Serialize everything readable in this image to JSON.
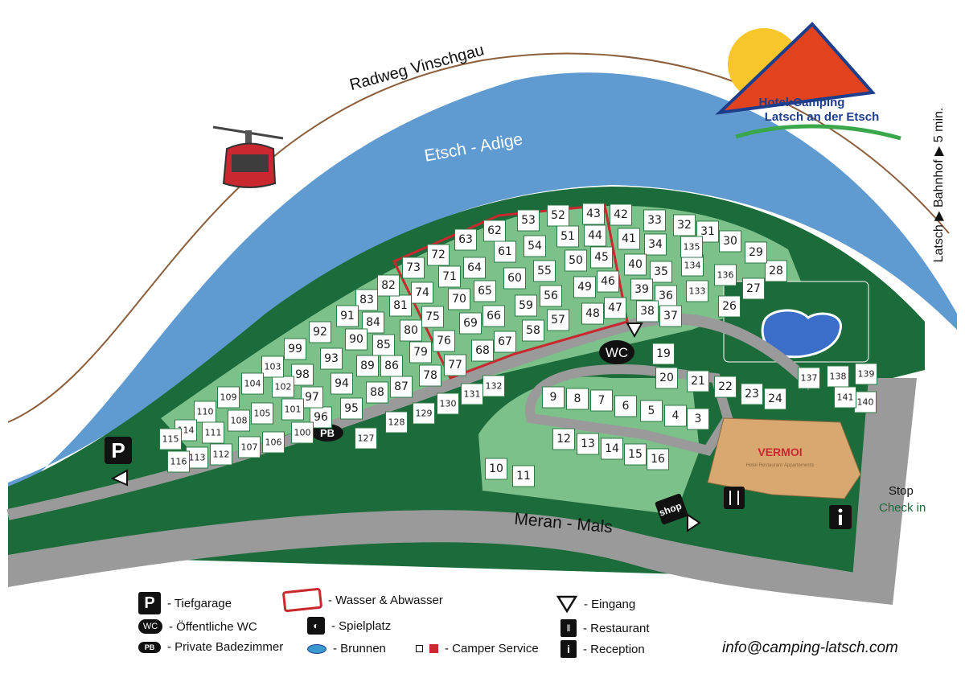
{
  "map": {
    "river_label": "Etsch - Adige",
    "bike_path_label": "Radweg Vinschgau",
    "road_label": "Meran - Mals",
    "station_label": "Latsch ▶ Bahnhof ▶ 5 min.",
    "stop_label": "Stop",
    "checkin_label": "Check in",
    "restaurant_name": "VERMOI",
    "restaurant_sub": "Hotel·Restaurant·Appartements",
    "wc_label": "WC",
    "pb_label": "PB",
    "p_label": "P",
    "shop_label": "shop",
    "logo_line1": "Hotel•Camping",
    "logo_line2": "Latsch an der Etsch"
  },
  "pitches": [
    "3",
    "4",
    "5",
    "6",
    "7",
    "8",
    "9",
    "10",
    "11",
    "12",
    "13",
    "14",
    "15",
    "16",
    "19",
    "20",
    "21",
    "22",
    "23",
    "24",
    "26",
    "27",
    "28",
    "29",
    "30",
    "31",
    "32",
    "33",
    "34",
    "35",
    "36",
    "37",
    "38",
    "39",
    "40",
    "41",
    "42",
    "43",
    "44",
    "45",
    "46",
    "47",
    "48",
    "49",
    "50",
    "51",
    "52",
    "53",
    "54",
    "55",
    "56",
    "57",
    "58",
    "59",
    "60",
    "61",
    "62",
    "63",
    "64",
    "65",
    "66",
    "67",
    "68",
    "69",
    "70",
    "71",
    "72",
    "73",
    "74",
    "75",
    "76",
    "77",
    "78",
    "79",
    "80",
    "81",
    "82",
    "83",
    "84",
    "85",
    "86",
    "87",
    "88",
    "89",
    "90",
    "91",
    "92",
    "93",
    "94",
    "95",
    "96",
    "97",
    "98",
    "99",
    "100",
    "101",
    "102",
    "103",
    "104",
    "105",
    "106",
    "107",
    "108",
    "109",
    "110",
    "111",
    "112",
    "113",
    "114",
    "115",
    "116",
    "127",
    "128",
    "129",
    "130",
    "131",
    "132",
    "133",
    "134",
    "135",
    "136",
    "137",
    "138",
    "139",
    "140",
    "141"
  ],
  "legend": {
    "tiefgarage": "- Tiefgarage",
    "wc": "- Öffentliche WC",
    "pb": "- Private Badezimmer",
    "wasser": "- Wasser & Abwasser",
    "spielplatz": "- Spielplatz",
    "brunnen": "- Brunnen",
    "camper": "- Camper Service",
    "eingang": "- Eingang",
    "restaurant": "- Restaurant",
    "reception": "- Reception"
  },
  "contact": {
    "email": "info@camping-latsch.com"
  },
  "colors": {
    "river": "#5f9bd0",
    "dark_green": "#1c6b3a",
    "light_green": "#7cc08a",
    "road": "#9a9a9a",
    "building": "#d9a871",
    "water_zone": "#c8282e",
    "gondola": "#c8282e",
    "logo_red": "#e0431d",
    "logo_sun": "#f7c62b",
    "pool": "#3a6ec9"
  }
}
